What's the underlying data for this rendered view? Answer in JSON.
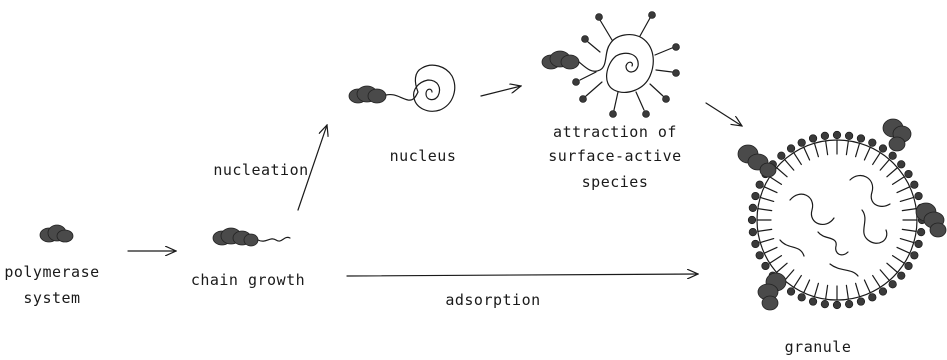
{
  "labels": {
    "polymerase_line1": "polymerase",
    "polymerase_line2": "system",
    "chain_growth": "chain growth",
    "nucleation": "nucleation",
    "nucleus": "nucleus",
    "attraction_line1": "attraction of",
    "attraction_line2": "surface-active",
    "attraction_line3": "species",
    "adsorption": "adsorption",
    "granule": "granule"
  },
  "colors": {
    "ink": "#1a1a1a",
    "enzyme": "#4a4a4a",
    "head": "#3a3a3a"
  }
}
